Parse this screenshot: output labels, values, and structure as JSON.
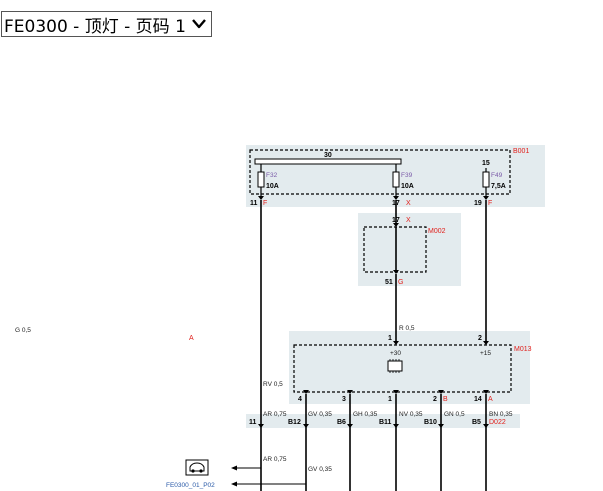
{
  "page_selector": {
    "value": "FE0300 - 顶灯 - 页码 1"
  },
  "icons": {
    "chevron": "chevron-down-icon",
    "car": "car-roof-lamp-icon"
  },
  "colors": {
    "box_fill": "#e3ebee",
    "pin_red": "#e0201c",
    "link_blue": "#2a5aa8",
    "fuse_purple": "#7a5aa8"
  },
  "stray": {
    "g05": "G 0,5",
    "a": "A"
  },
  "b001": {
    "name": "B001",
    "bar": "30",
    "f49_top": "15",
    "fuses": [
      {
        "id": "F32",
        "rating": "10A"
      },
      {
        "id": "F39",
        "rating": "10A"
      },
      {
        "id": "F49",
        "rating": "7,5A"
      }
    ],
    "pins": [
      {
        "num": "11",
        "sig": "F"
      },
      {
        "num": "17",
        "sig": "X"
      },
      {
        "num": "19",
        "sig": "F"
      }
    ]
  },
  "m002": {
    "name": "M002",
    "pin_in_num": "17",
    "pin_in_sig": "X",
    "pin_out_num": "51",
    "pin_out_sig": "G"
  },
  "wire_r05": "R 0,5",
  "m013": {
    "name": "M013",
    "p30": "+30",
    "p15": "+15",
    "top_pins": [
      "1",
      "2"
    ],
    "bottom_pins": [
      {
        "num": "4",
        "sig": ""
      },
      {
        "num": "3",
        "sig": ""
      },
      {
        "num": "1",
        "sig": ""
      },
      {
        "num": "2",
        "sig": "B"
      },
      {
        "num": "14",
        "sig": "A"
      }
    ]
  },
  "wire_rv05": "RV 0,5",
  "connector": {
    "name": "D022",
    "wires": [
      "AR 0,75",
      "GV 0,35",
      "GH 0,35",
      "NV 0,35",
      "GN 0,5",
      "BN 0,35"
    ],
    "pins": [
      "11",
      "B12",
      "B6",
      "B11",
      "B10",
      "B5"
    ]
  },
  "lower": {
    "ar": "AR 0,75",
    "gv": "GV 0,35"
  },
  "link": {
    "label": "FE0300_01_P02"
  }
}
